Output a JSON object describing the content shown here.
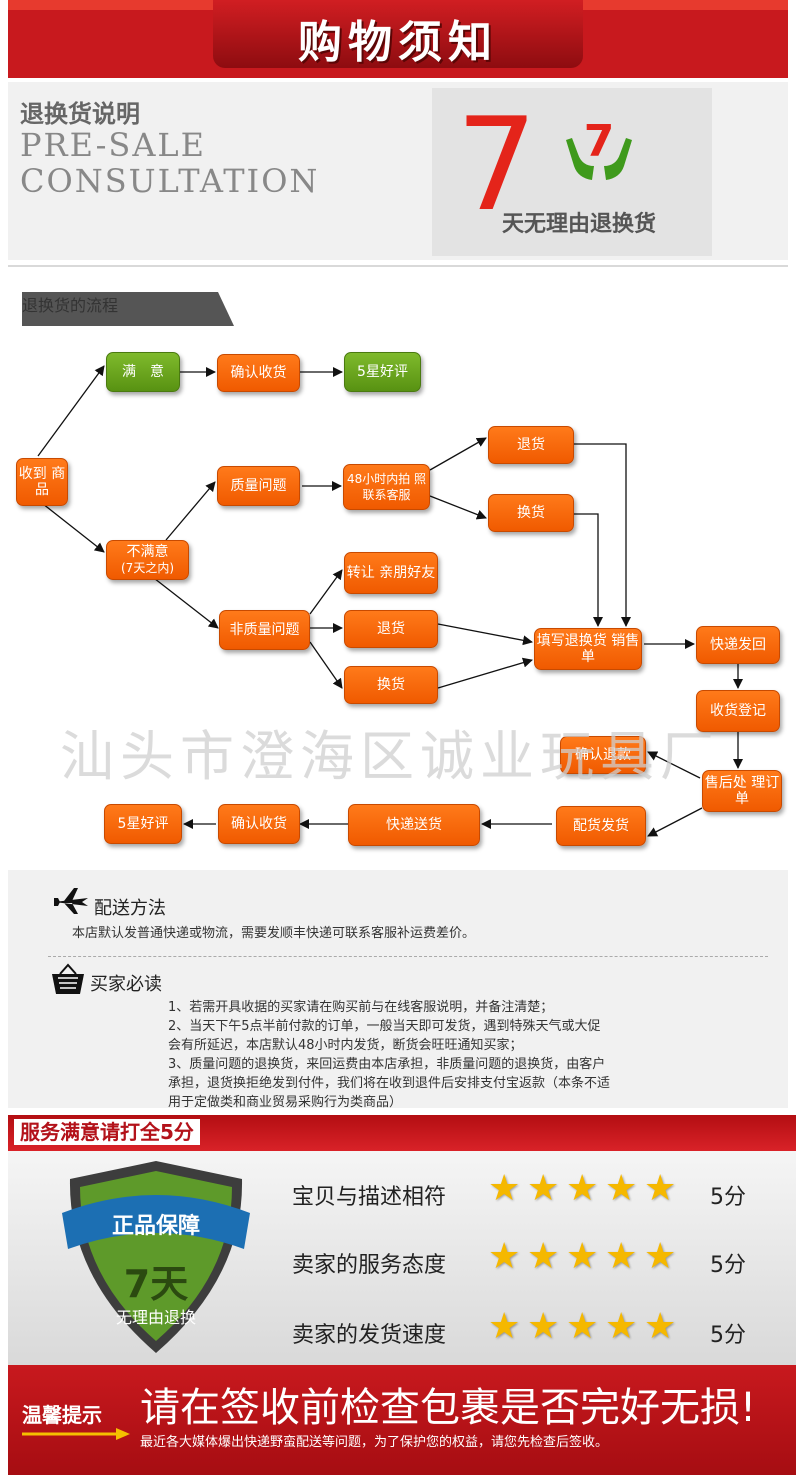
{
  "header": {
    "title": "购物须知"
  },
  "section1": {
    "title_cn": "退换货说明",
    "title_en_1": "PRE-SALE",
    "title_en_2": "CONSULTATION",
    "seven": "7",
    "logo_seven": "7",
    "sub": "天无理由退换货"
  },
  "flow": {
    "title": "退换货的流程",
    "nodes": {
      "receive": "收到 商品",
      "satisfied": "满　意",
      "confirm_top": "确认收货",
      "fivestar_top": "5星好评",
      "unsatisfied": "不满意",
      "unsatisfied_sub": "(7天之内)",
      "quality": "质量问题",
      "contact_48": "48小时内拍 照联系客服",
      "return_q": "退货",
      "exchange_q": "换货",
      "transfer": "转让 亲朋好友",
      "nonquality": "非质量问题",
      "return_nq": "退货",
      "exchange_nq": "换货",
      "fill_form": "填写退换货 销售单",
      "express_return": "快递发回",
      "receipt_reg": "收货登记",
      "after_sale": "售后处 理订单",
      "confirm_refund": "确认退款",
      "distribute": "配货发货",
      "express_send": "快递送货",
      "confirm_bottom": "确认收货",
      "fivestar_bottom": "5星好评"
    }
  },
  "watermark": "汕头市澄海区诚业玩具厂",
  "notes": {
    "delivery_title": "配送方法",
    "delivery_text": "本店默认发普通快递或物流，需要发顺丰快递可联系客服补运费差价。",
    "buyer_title": "买家必读",
    "buyer_lines": [
      "1、若需开具收据的买家请在购买前与在线客服说明，并备注清楚；",
      "2、当天下午5点半前付款的订单，一般当天即可发货，遇到特殊天气或大促",
      "会有所延迟，本店默认48小时内发货，断货会旺旺通知买家；",
      "3、质量问题的退换货，来回运费由本店承担，非质量问题的退换货，由客户",
      "承担，退货换拒绝发到付件，我们将在收到退件后安排支付宝返款（本条不适",
      "用于定做类和商业贸易采购行为类商品）"
    ]
  },
  "rating": {
    "header": "服务满意请打全5分",
    "shield_top": "正品保障",
    "shield_big": "7天",
    "shield_sub": "无理由退换",
    "items": [
      {
        "label": "宝贝与描述相符",
        "score": "5分",
        "stars": 5
      },
      {
        "label": "卖家的服务态度",
        "score": "5分",
        "stars": 5
      },
      {
        "label": "卖家的发货速度",
        "score": "5分",
        "stars": 5
      }
    ],
    "star_color": "#f5b800"
  },
  "footer": {
    "tip": "温馨提示",
    "headline": "请在签收前检查包裹是否完好无损!",
    "subline": "最近各大媒体爆出快递野蛮配送等问题，为了保护您的权益，请您先检查后签收。"
  },
  "colors": {
    "brand_red": "#c8191e",
    "flow_orange": "#f26a0c",
    "flow_green": "#6aa81f"
  }
}
